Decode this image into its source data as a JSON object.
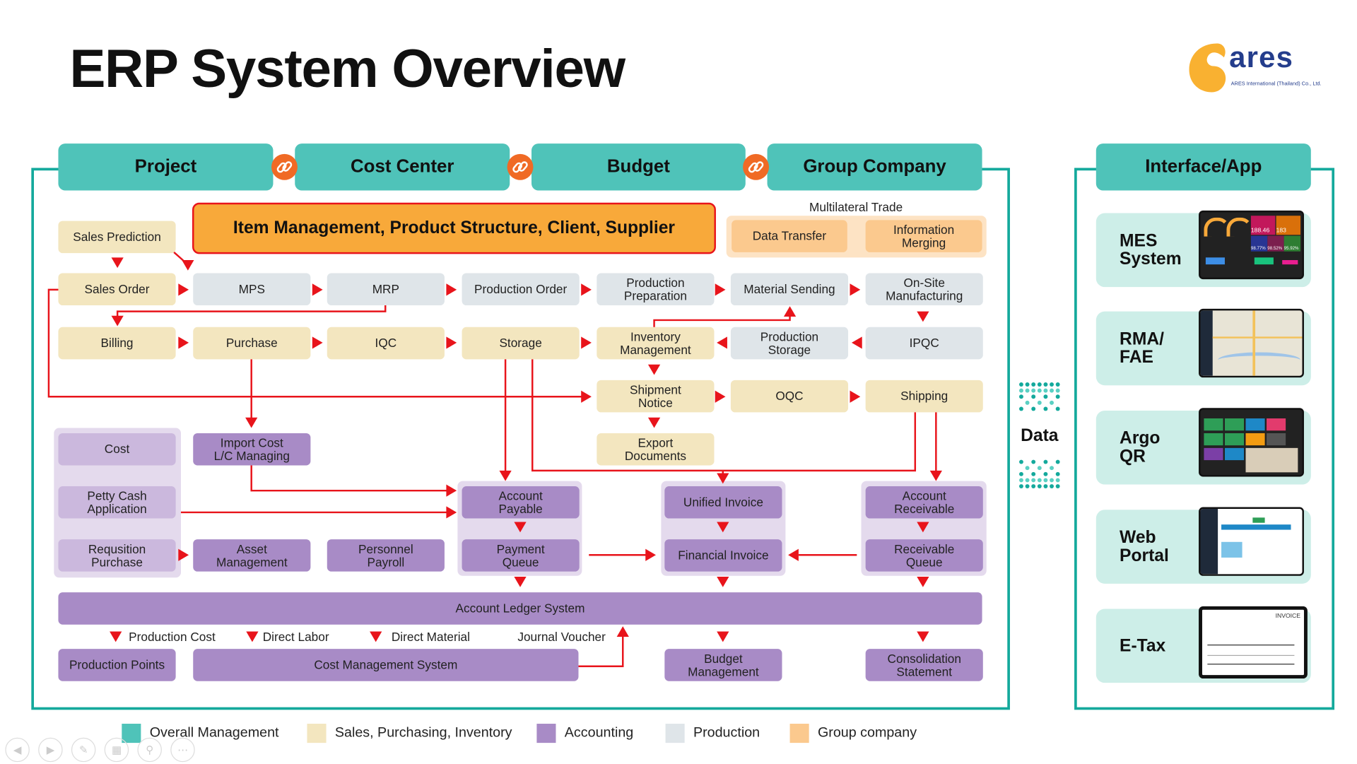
{
  "title": "ERP System Overview",
  "logo": {
    "text": "ares",
    "subtitle": "ARES International (Thailand) Co., Ltd."
  },
  "headers": [
    "Project",
    "Cost Center",
    "Budget",
    "Group Company"
  ],
  "interface_header": "Interface/App",
  "item_management": "Item Management, Product Structure, Client, Supplier",
  "multilateral_trade": {
    "label": "Multilateral Trade",
    "items": [
      "Data Transfer",
      "Information\nMerging"
    ]
  },
  "flow": {
    "sales_prediction": "Sales Prediction",
    "row1": [
      "Sales Order",
      "MPS",
      "MRP",
      "Production Order",
      "Production\nPreparation",
      "Material Sending",
      "On-Site\nManufacturing"
    ],
    "row2": [
      "Billing",
      "Purchase",
      "IQC",
      "Storage",
      "Inventory\nManagement",
      "Production\nStorage",
      "IPQC"
    ],
    "row3": [
      "Shipment\nNotice",
      "OQC",
      "Shipping"
    ],
    "export_documents": "Export\nDocuments",
    "cost": "Cost",
    "import_cost": "Import Cost\nL/C Managing",
    "petty_cash": "Petty Cash\nApplication",
    "requisition": "Requsition\nPurchase",
    "asset_management": "Asset\nManagement",
    "personnel_payroll": "Personnel\nPayroll",
    "account_payable": "Account\nPayable",
    "payment_queue": "Payment\nQueue",
    "unified_invoice": "Unified Invoice",
    "financial_invoice": "Financial Invoice",
    "account_receivable": "Account\nReceivable",
    "receivable_queue": "Receivable\nQueue",
    "ledger": "Account Ledger System",
    "notes": [
      "Production Cost",
      "Direct Labor",
      "Direct Material",
      "Journal Voucher"
    ],
    "production_points": "Production Points",
    "cost_management": "Cost Management System",
    "budget_management": "Budget\nManagement",
    "consolidation": "Consolidation\nStatement"
  },
  "data_label": "Data",
  "apps": [
    {
      "label": "MES\nSystem",
      "screen": {
        "values": [
          "188.46",
          "183",
          "98.77%",
          "98.52%",
          "95.92%"
        ]
      }
    },
    {
      "label": "RMA/\nFAE"
    },
    {
      "label": "Argo\nQR"
    },
    {
      "label": "Web\nPortal"
    },
    {
      "label": "E-Tax",
      "screen": {
        "heading": "INVOICE"
      }
    }
  ],
  "legend": [
    {
      "label": "Overall Management",
      "color": "#4fc3b9"
    },
    {
      "label": "Sales, Purchasing, Inventory",
      "color": "#f3e6bf"
    },
    {
      "label": "Accounting",
      "color": "#a88bc6"
    },
    {
      "label": "Production",
      "color": "#dfe5e9"
    },
    {
      "label": "Group company",
      "color": "#fbc98e"
    }
  ],
  "colors": {
    "teal": "#4fc3b9",
    "arrow": "#e8141b",
    "orange": "#f8a93a"
  }
}
